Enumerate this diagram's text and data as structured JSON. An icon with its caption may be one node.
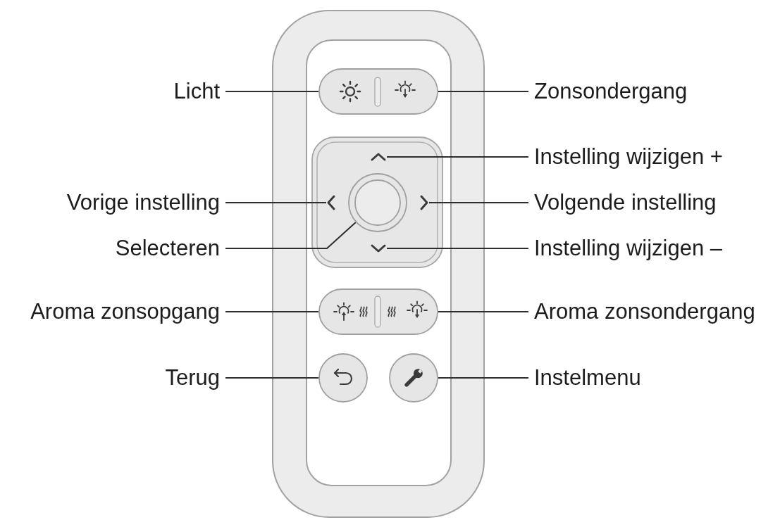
{
  "diagram": {
    "nodes": [
      {
        "text": [
          "Licht"
        ]
      },
      {
        "text": [
          "Zonsondergang"
        ]
      },
      {
        "text": [
          "Instelling wijzigen +"
        ]
      },
      {
        "text": [
          "Vorige instelling"
        ]
      },
      {
        "text": [
          "Volgende instelling"
        ]
      },
      {
        "text": [
          "Selecteren"
        ]
      },
      {
        "text": [
          "Instelling wijzigen –"
        ]
      },
      {
        "text": [
          "Aroma zonsopgang"
        ]
      },
      {
        "text": [
          "Aroma zonsondergang"
        ]
      },
      {
        "text": [
          "Terug"
        ]
      },
      {
        "text": [
          "Instelmenu"
        ]
      },
      {
        "text": [],
        "shape": "box"
      },
      {
        "text": [],
        "shape": "box"
      },
      {
        "text": [],
        "shape": "chevron"
      },
      {
        "text": [],
        "shape": "chevron"
      },
      {
        "text": [],
        "shape": "circle"
      },
      {
        "text": [],
        "shape": "chevron"
      },
      {
        "text": [],
        "shape": "chevron"
      },
      {
        "text": [],
        "shape": "box"
      },
      {
        "text": [],
        "shape": "box"
      },
      {
        "text": [],
        "shape": "circle"
      },
      {
        "text": [],
        "shape": "circle"
      }
    ],
    "edges": [
      {
        "from": 0,
        "to": 11,
        "arrow": "none"
      },
      {
        "from": 1,
        "to": 12,
        "arrow": "none"
      },
      {
        "from": 2,
        "to": 13,
        "arrow": "none"
      },
      {
        "from": 3,
        "to": 14,
        "arrow": "none"
      },
      {
        "from": 4,
        "to": 16,
        "arrow": "none"
      },
      {
        "from": 5,
        "to": 15,
        "arrow": "none"
      },
      {
        "from": 6,
        "to": 17,
        "arrow": "none"
      },
      {
        "from": 7,
        "to": 18,
        "arrow": "none"
      },
      {
        "from": 8,
        "to": 19,
        "arrow": "none"
      },
      {
        "from": 9,
        "to": 20,
        "arrow": "none"
      },
      {
        "from": 10,
        "to": 21,
        "arrow": "none"
      }
    ]
  }
}
